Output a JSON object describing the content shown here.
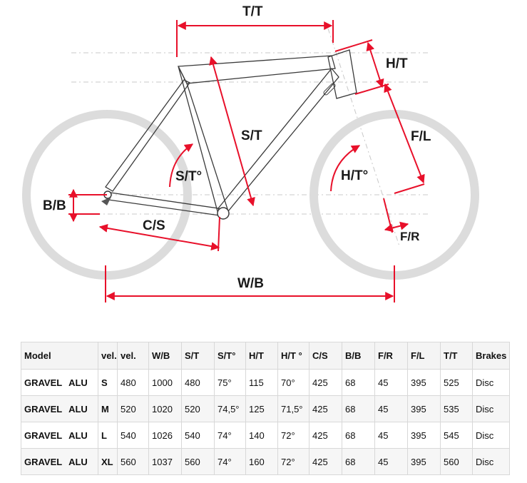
{
  "diagram": {
    "labels": {
      "tt": "T/T",
      "ht": "H/T",
      "st": "S/T",
      "fl": "F/L",
      "st_angle": "S/T°",
      "ht_angle": "H/T°",
      "bb": "B/B",
      "cs": "C/S",
      "fr": "F/R",
      "wb": "W/B"
    }
  },
  "table": {
    "headers": [
      "Model",
      "vel.",
      "vel.",
      "W/B",
      "S/T",
      "S/T°",
      "H/T",
      "H/T °",
      "C/S",
      "B/B",
      "F/R",
      "F/L",
      "T/T",
      "Brakes"
    ],
    "rows": [
      [
        "GRAVEL ALU",
        "S",
        "480",
        "1000",
        "480",
        "75°",
        "115",
        "70°",
        "425",
        "68",
        "45",
        "395",
        "525",
        "Disc"
      ],
      [
        "GRAVEL ALU",
        "M",
        "520",
        "1020",
        "520",
        "74,5°",
        "125",
        "71,5°",
        "425",
        "68",
        "45",
        "395",
        "535",
        "Disc"
      ],
      [
        "GRAVEL ALU",
        "L",
        "540",
        "1026",
        "540",
        "74°",
        "140",
        "72°",
        "425",
        "68",
        "45",
        "395",
        "545",
        "Disc"
      ],
      [
        "GRAVEL ALU",
        "XL",
        "560",
        "1037",
        "560",
        "74°",
        "160",
        "72°",
        "425",
        "68",
        "45",
        "395",
        "560",
        "Disc"
      ]
    ]
  },
  "colors": {
    "dimension": "#e8102a",
    "wheel": "#dcdcdc",
    "frame": "#3a3a3a"
  }
}
